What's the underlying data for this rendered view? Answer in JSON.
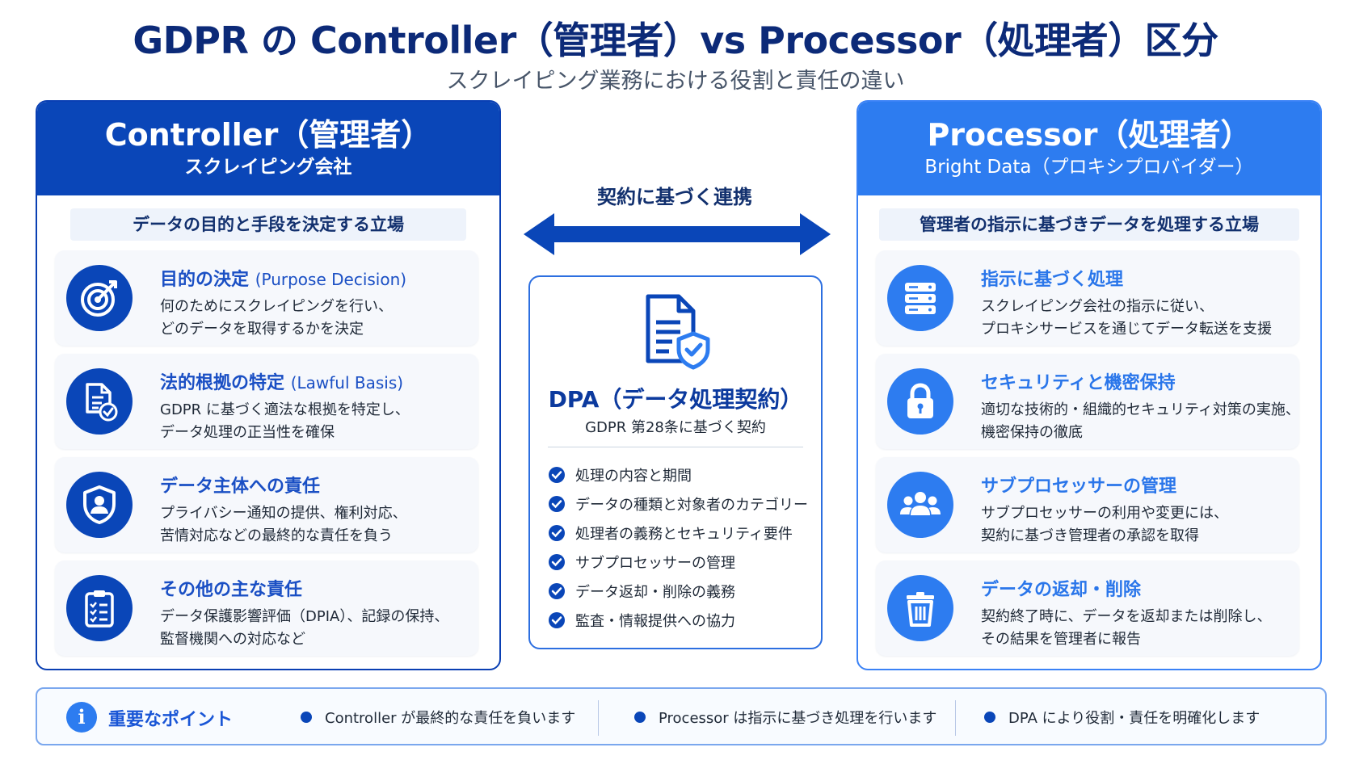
{
  "title": "GDPR の Controller（管理者）vs Processor（処理者）区分",
  "subtitle": "スクレイピング業務における役割と責任の違い",
  "controller": {
    "title": "Controller（管理者）",
    "subtitle": "スクレイピング会社",
    "role": "データの目的と手段を決定する立場",
    "cards": [
      {
        "icon": "target-icon",
        "title": "目的の決定",
        "title_en": "(Purpose Decision)",
        "line1": "何のためにスクレイピングを行い、",
        "line2": "どのデータを取得するかを決定"
      },
      {
        "icon": "document-check-icon",
        "title": "法的根拠の特定",
        "title_en": "(Lawful Basis)",
        "line1": "GDPR に基づく適法な根拠を特定し、",
        "line2": "データ処理の正当性を確保"
      },
      {
        "icon": "shield-user-icon",
        "title": "データ主体への責任",
        "title_en": "",
        "line1": "プライバシー通知の提供、権利対応、",
        "line2": "苦情対応などの最終的な責任を負う"
      },
      {
        "icon": "clipboard-list-icon",
        "title": "その他の主な責任",
        "title_en": "",
        "line1": "データ保護影響評価（DPIA）、記録の保持、",
        "line2": "監督機関への対応など"
      }
    ]
  },
  "processor": {
    "title": "Processor（処理者）",
    "subtitle": "Bright Data（プロキシプロバイダー）",
    "role": "管理者の指示に基づきデータを処理する立場",
    "cards": [
      {
        "icon": "server-icon",
        "title": "指示に基づく処理",
        "line1": "スクレイピング会社の指示に従い、",
        "line2": "プロキシサービスを通じてデータ転送を支援"
      },
      {
        "icon": "lock-icon",
        "title": "セキュリティと機密保持",
        "line1": "適切な技術的・組織的セキュリティ対策の実施、",
        "line2": "機密保持の徹底"
      },
      {
        "icon": "users-icon",
        "title": "サブプロセッサーの管理",
        "line1": "サブプロセッサーの利用や変更には、",
        "line2": "契約に基づき管理者の承認を取得"
      },
      {
        "icon": "trash-icon",
        "title": "データの返却・削除",
        "line1": "契約終了時に、データを返却または削除し、",
        "line2": "その結果を管理者に報告"
      }
    ]
  },
  "link_label": "契約に基づく連携",
  "dpa": {
    "icon": "contract-shield-icon",
    "title": "DPA（データ処理契約）",
    "subtitle": "GDPR 第28条に基づく契約",
    "items": [
      "処理の内容と期間",
      "データの種類と対象者のカテゴリー",
      "処理者の義務とセキュリティ要件",
      "サブプロセッサーの管理",
      "データ返却・削除の義務",
      "監査・情報提供への協力"
    ]
  },
  "footer": {
    "icon": "info-icon",
    "title": "重要なポイント",
    "points": [
      "Controller が最終的な責任を負います",
      "Processor は指示に基づき処理を行います",
      "DPA により役割・責任を明確化します"
    ]
  },
  "colors": {
    "navy": "#0a46b8",
    "blue": "#2d7cf0",
    "title": "#0c2a78"
  }
}
